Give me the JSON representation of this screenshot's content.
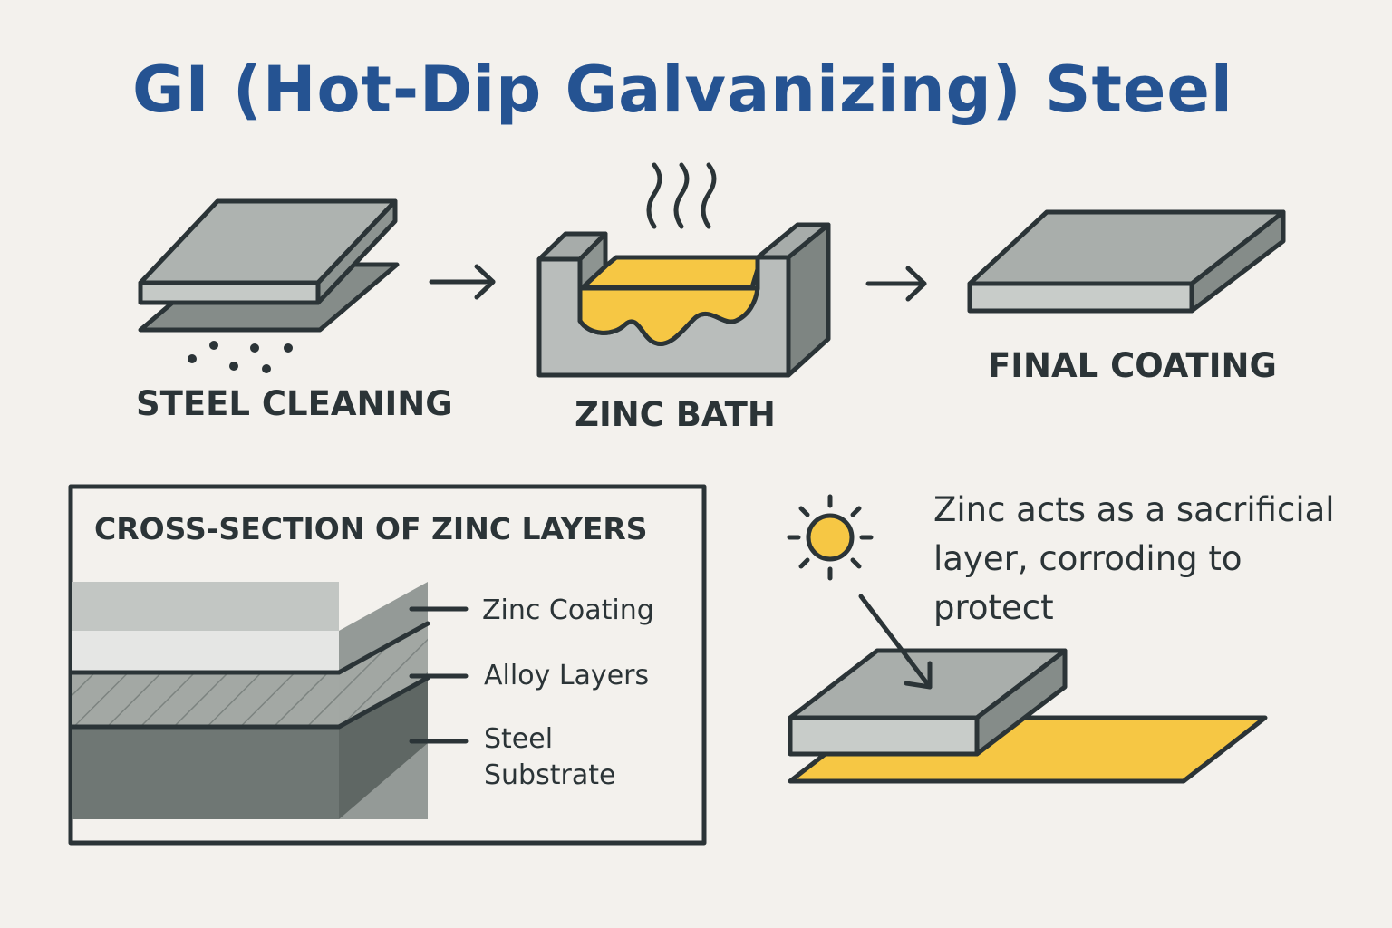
{
  "title": "GI (Hot-Dip Galvanizing) Steel",
  "steps": [
    {
      "label": "STEEL CLEANING"
    },
    {
      "label": "ZINC BATH"
    },
    {
      "label": "FINAL COATING"
    }
  ],
  "cross_section": {
    "title": "CROSS-SECTION OF ZINC LAYERS",
    "layers": [
      {
        "label": "Zinc Coating"
      },
      {
        "label": "Alloy Layers"
      },
      {
        "label": "Steel Substrate"
      }
    ]
  },
  "sacrificial_note": "Zinc acts as a sacrificial layer, corroding to protect",
  "colors": {
    "title": "#255392",
    "zinc_yellow": "#f6c744",
    "steel_gray": "#a9aeab",
    "outline": "#2b3437",
    "background": "#f3f1ed"
  },
  "icons": [
    "arrow-right-icon",
    "steam-icon",
    "sun-icon",
    "arrow-down-icon"
  ]
}
